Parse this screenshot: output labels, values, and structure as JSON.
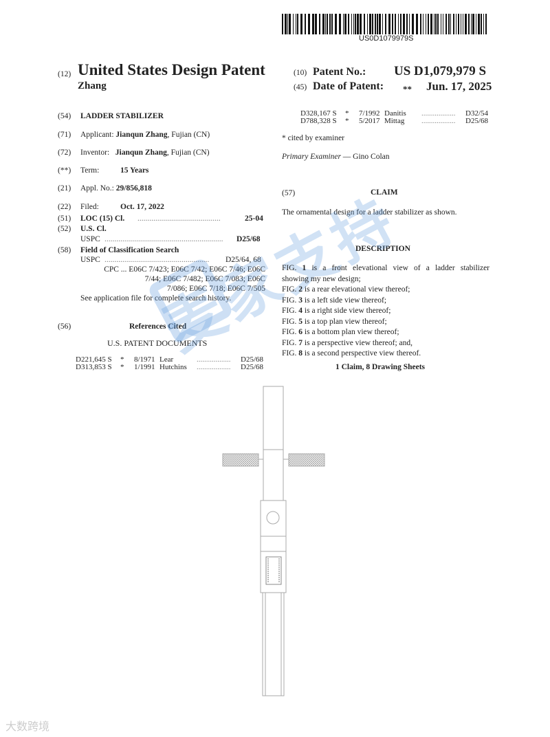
{
  "barcode_text": "US0D1079979S",
  "header": {
    "code12": "(12)",
    "title": "United States Design Patent",
    "inventor_name": "Zhang",
    "code10": "(10)",
    "patent_no_label": "Patent No.:",
    "patent_no": "US D1,079,979 S",
    "code45": "(45)",
    "date_label": "Date of Patent:",
    "date_mark": "**",
    "date": "Jun. 17, 2025"
  },
  "left": {
    "f54": {
      "code": "(54)",
      "value": "LADDER STABILIZER"
    },
    "f71": {
      "code": "(71)",
      "label": "Applicant:",
      "name": "Jianqun Zhang",
      "loc": ", Fujian (CN)"
    },
    "f72": {
      "code": "(72)",
      "label": "Inventor:",
      "name": "Jianqun Zhang",
      "loc": ", Fujian (CN)"
    },
    "term": {
      "code": "(**)",
      "label": "Term:",
      "value": "15 Years"
    },
    "f21": {
      "code": "(21)",
      "label": "Appl. No.:",
      "value": "29/856,818"
    },
    "f22": {
      "code": "(22)",
      "label": "Filed:",
      "value": "Oct. 17, 2022"
    },
    "f51": {
      "code": "(51)",
      "label": "LOC (15) Cl.",
      "value": "25-04"
    },
    "f52": {
      "code": "(52)",
      "label": "U.S. Cl.",
      "sub": "USPC",
      "value": "D25/68"
    },
    "f58": {
      "code": "(58)",
      "label": "Field of Classification Search",
      "uspc": "USPC",
      "uspc_value": "D25/64, 68",
      "cpc1": "CPC ... E06C 7/423; E06C 7/42; E06C 7/46; E06C",
      "cpc2": "7/44; E06C 7/482; E06C 7/083; E06C",
      "cpc3": "7/086; E06C 7/18; E06C 7/505",
      "note": "See application file for complete search history."
    },
    "f56": {
      "code": "(56)",
      "label": "References Cited",
      "sub": "U.S. PATENT DOCUMENTS"
    },
    "refs": [
      {
        "num": "D221,645 S",
        "star": "*",
        "date": "8/1971",
        "name": "Lear",
        "cls": "D25/68"
      },
      {
        "num": "D313,853 S",
        "star": "*",
        "date": "1/1991",
        "name": "Hutchins",
        "cls": "D25/68"
      }
    ]
  },
  "right": {
    "refs": [
      {
        "num": "D328,167 S",
        "star": "*",
        "date": "7/1992",
        "name": "Danitis",
        "cls": "D32/54"
      },
      {
        "num": "D788,328 S",
        "star": "*",
        "date": "5/2017",
        "name": "Mittag",
        "cls": "D25/68"
      }
    ],
    "cited": "* cited by examiner",
    "examiner_label": "Primary Examiner",
    "examiner": "— Gino Colan",
    "claim_code": "(57)",
    "claim_title": "CLAIM",
    "claim_text": "The ornamental design for a ladder stabilizer as shown.",
    "desc_title": "DESCRIPTION",
    "desc": [
      {
        "fig": "FIG.",
        "n": "1",
        "text": "is a front elevational view of a ladder stabilizer"
      },
      {
        "fig": "",
        "n": "",
        "text": "showing my new design;"
      },
      {
        "fig": "FIG.",
        "n": "2",
        "text": "is a rear elevational view thereof;"
      },
      {
        "fig": "FIG.",
        "n": "3",
        "text": "is a left side view thereof;"
      },
      {
        "fig": "FIG.",
        "n": "4",
        "text": "is a right side view thereof;"
      },
      {
        "fig": "FIG.",
        "n": "5",
        "text": "is a top plan view thereof;"
      },
      {
        "fig": "FIG.",
        "n": "6",
        "text": "is a bottom plan view thereof;"
      },
      {
        "fig": "FIG.",
        "n": "7",
        "text": "is a perspective view thereof; and,"
      },
      {
        "fig": "FIG.",
        "n": "8",
        "text": "is a second perspective view thereof."
      }
    ],
    "summary": "1 Claim, 8 Drawing Sheets"
  },
  "watermark": "麦家支持",
  "logo": "大数跨境"
}
